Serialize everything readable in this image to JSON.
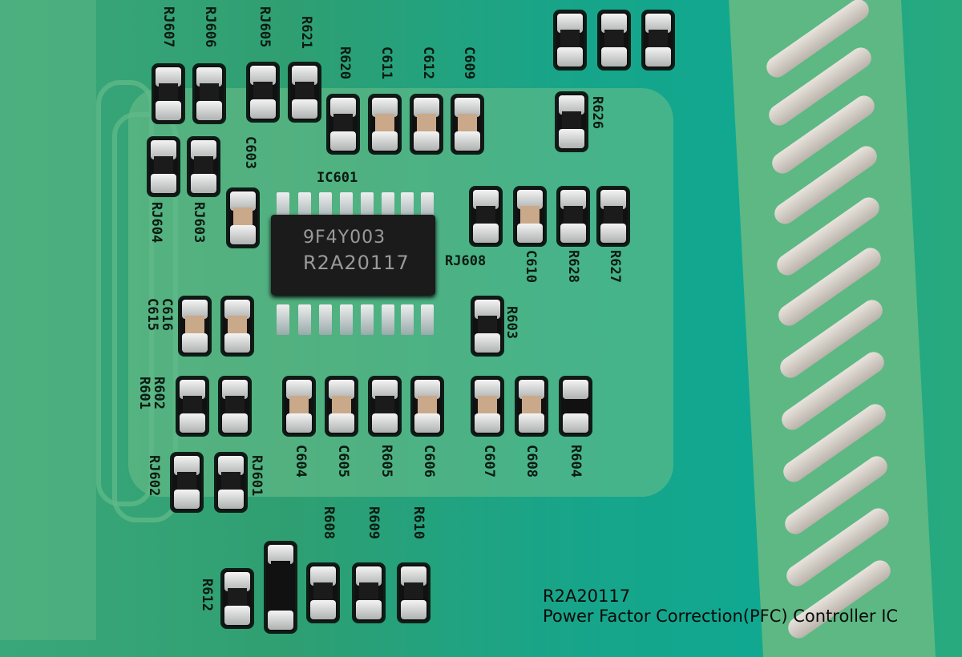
{
  "caption": {
    "part": "R2A20117",
    "description": "Power Factor Correction(PFC) Controller IC"
  },
  "chip": {
    "line1": "9F4Y003",
    "line2": "R2A20117"
  },
  "silkscreen": [
    "RJ607",
    "RJ606",
    "RJ605",
    "R621",
    "R620",
    "C611",
    "C612",
    "C609",
    "R626",
    "IC601",
    "C603",
    "RJ604",
    "RJ603",
    "RJ608",
    "C610",
    "R628",
    "R627",
    "C616",
    "C615",
    "R603",
    "R602",
    "R601",
    "RJ602",
    "RJ601",
    "C604",
    "C605",
    "R605",
    "C606",
    "C607",
    "C608",
    "R604",
    "R608",
    "R609",
    "R610",
    "R612"
  ],
  "colors": {
    "board": "#2f9f72",
    "solder_mask_light": "#5db884",
    "pad": "#d9d9d9"
  }
}
